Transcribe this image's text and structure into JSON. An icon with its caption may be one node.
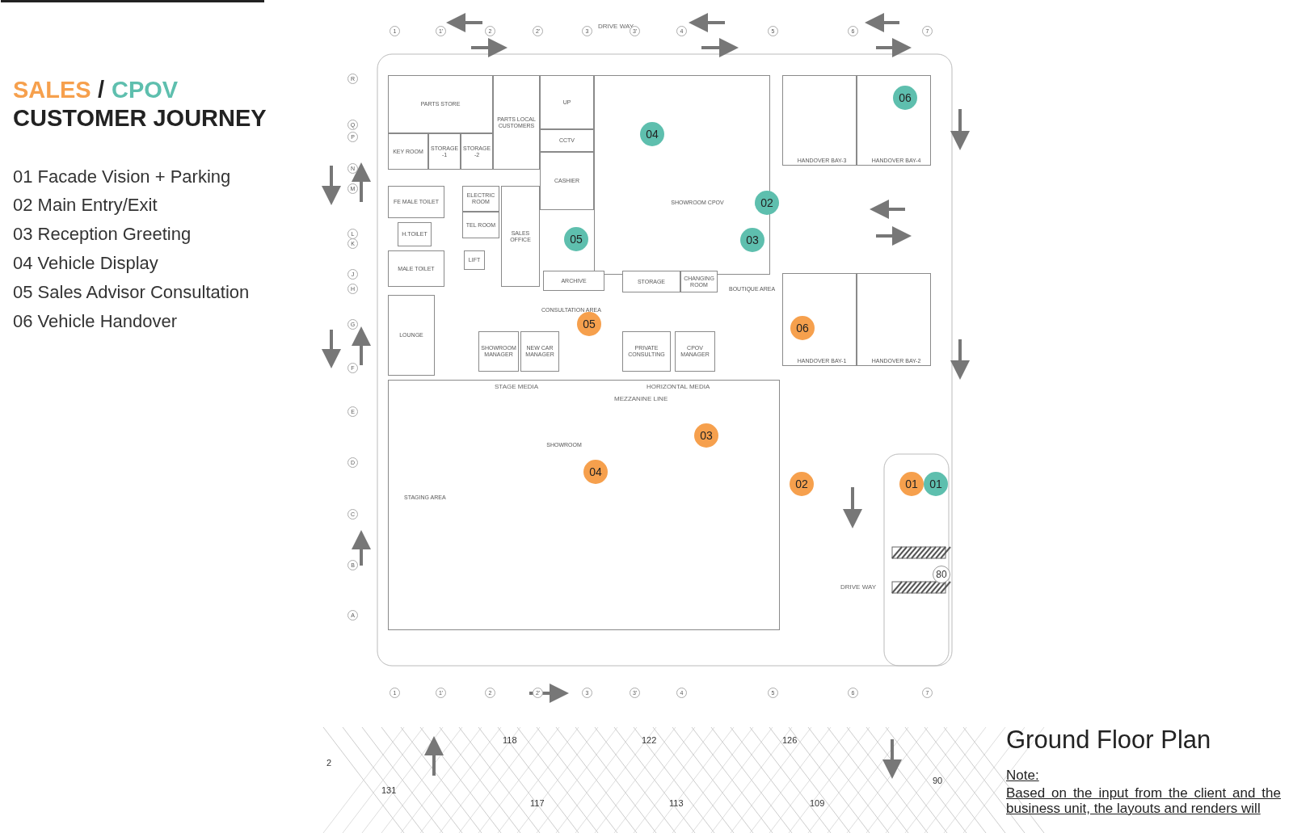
{
  "diagram": {
    "title": "CUSTOMER JOURNEY",
    "caption": "Ground Floor Plan",
    "nodes": [
      {
        "text": [
          "PARTS STORE"
        ]
      },
      {
        "text": [
          "KEY ROOM"
        ]
      },
      {
        "text": [
          "STORAGE -1"
        ]
      },
      {
        "text": [
          "STORAGE -2"
        ]
      },
      {
        "text": [
          "PARTS LOCAL CUSTOMERS"
        ]
      },
      {
        "text": [
          "UP"
        ]
      },
      {
        "text": [
          "CCTV"
        ]
      },
      {
        "text": [
          "CASHIER"
        ]
      },
      {
        "text": [
          "SHOWROOM CPOV"
        ]
      },
      {
        "text": [
          "04"
        ],
        "in": 8
      },
      {
        "text": [
          "03"
        ],
        "in": 8
      },
      {
        "text": [
          "FE MALE TOILET"
        ]
      },
      {
        "text": [
          "H.TOILET"
        ]
      },
      {
        "text": [
          "MALE TOILET"
        ]
      },
      {
        "text": [
          "ELECTRIC ROOM"
        ]
      },
      {
        "text": [
          "TEL ROOM"
        ]
      },
      {
        "text": [
          "LIFT"
        ]
      },
      {
        "text": [
          "SALES OFFICE"
        ]
      },
      {
        "text": [
          "05"
        ]
      },
      {
        "text": [
          "02"
        ]
      },
      {
        "text": [
          "ARCHIVE"
        ]
      },
      {
        "text": [
          "STORAGE"
        ]
      },
      {
        "text": [
          "CHANGING ROOM"
        ]
      },
      {
        "text": [
          "LOUNGE"
        ]
      },
      {
        "text": [
          "05"
        ]
      },
      {
        "text": [
          "SHOWROOM MANAGER"
        ]
      },
      {
        "text": [
          "NEW CAR MANAGER"
        ]
      },
      {
        "text": [
          "PRIVATE CONSULTING"
        ]
      },
      {
        "text": [
          "CPOV MANAGER"
        ]
      },
      {
        "text": [
          "SHOWROOM"
        ]
      },
      {
        "text": [
          "03"
        ],
        "in": 29
      },
      {
        "text": [
          "04"
        ],
        "in": 29
      },
      {
        "text": [
          "HANDOVER BAY-3"
        ]
      },
      {
        "text": [
          "HANDOVER BAY-4"
        ]
      },
      {
        "text": [
          "06"
        ],
        "in": 33
      },
      {
        "text": [
          "HANDOVER BAY-1"
        ]
      },
      {
        "text": [
          "HANDOVER BAY-2"
        ]
      },
      {
        "text": [
          "06"
        ],
        "in": 35
      },
      {
        "text": [
          "02"
        ]
      },
      {
        "text": [
          "01"
        ]
      },
      {
        "text": [
          "01"
        ]
      }
    ],
    "labels": [
      "SALES",
      "/",
      "CPOV",
      "01 Facade Vision + Parking",
      "02 Main Entry/Exit",
      "03 Reception Greeting",
      "04 Vehicle Display",
      "05 Sales Advisor Consultation",
      "06 Vehicle Handover",
      "BOUTIQUE AREA",
      "CONSULTATION AREA",
      "STAGE MEDIA",
      "HORIZONTAL MEDIA",
      "MEZZANINE LINE",
      "STAGING AREA",
      "DRIVE WAY",
      "DRIVE WAY",
      "80",
      "2",
      "131",
      "118",
      "117",
      "122",
      "113",
      "126",
      "109",
      "90",
      "1",
      "1'",
      "2",
      "2'",
      "3",
      "3'",
      "4",
      "5",
      "6",
      "7",
      "R",
      "Q",
      "P",
      "N",
      "M",
      "L",
      "K",
      "J",
      "H",
      "G",
      "F",
      "E",
      "D",
      "C",
      "B",
      "A",
      "1",
      "1'",
      "2",
      "2'",
      "3",
      "3'",
      "4",
      "5",
      "6",
      "7",
      "Note:",
      "Based on the input from the client and the business unit, the layouts and renders will"
    ]
  }
}
